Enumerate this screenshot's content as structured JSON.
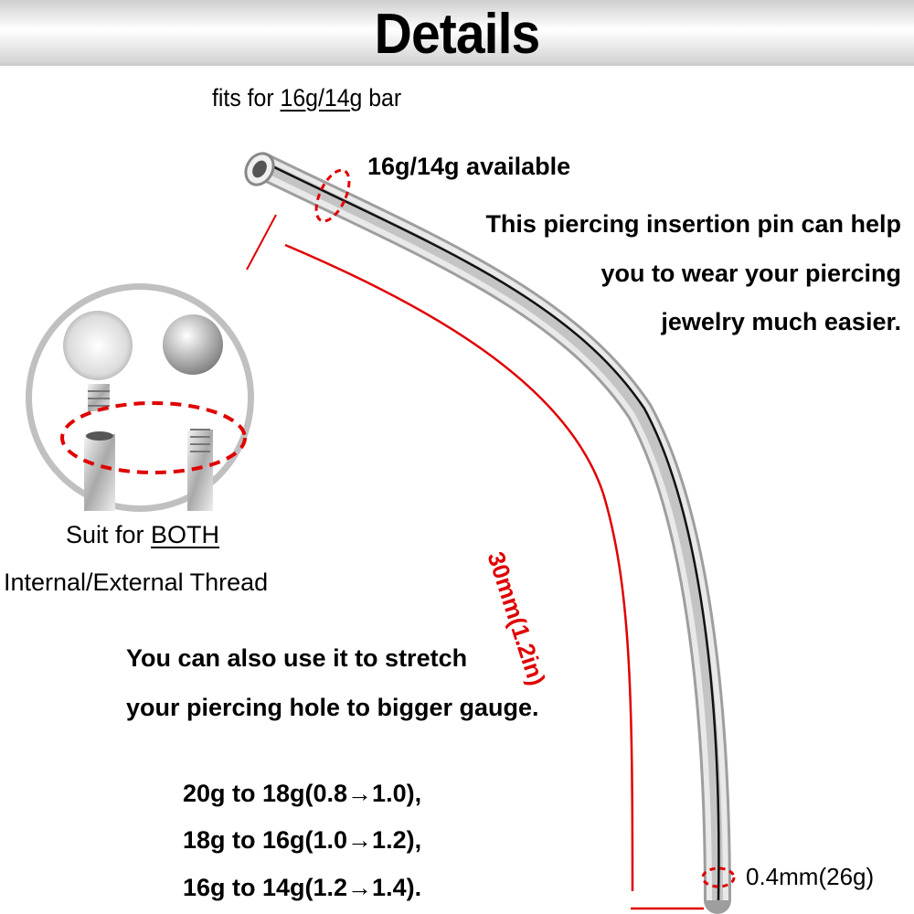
{
  "header": {
    "title": "Details"
  },
  "fits": {
    "prefix": "fits for ",
    "gauge": "16g/14g",
    "suffix": " bar"
  },
  "callouts": {
    "available": "16g/14g available",
    "description": [
      "This piercing insertion pin can help",
      "you to wear your piercing",
      "jewelry much easier."
    ],
    "length": "30mm(1.2in)",
    "tip": "0.4mm(26g)"
  },
  "thread": {
    "line1_prefix": "Suit for ",
    "line1_emphasis": "BOTH",
    "line2": "Internal/External Thread"
  },
  "stretch": {
    "lines": [
      "You can also use it to stretch",
      "your piercing hole to bigger gauge."
    ],
    "gauges": [
      "20g to 18g(0.8→1.0),",
      "18g to 16g(1.0→1.2),",
      "16g to 14g(1.2→1.4)."
    ]
  },
  "colors": {
    "accent": "#e00000",
    "metal": "#c8c8c8"
  }
}
